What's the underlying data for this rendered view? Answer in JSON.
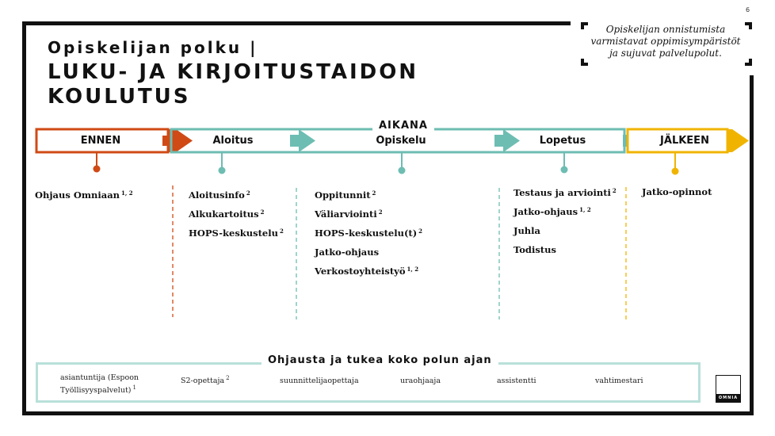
{
  "page_number": "6",
  "quote": {
    "lines": [
      "Opiskelijan onnistumista",
      "varmistavat oppimisympäristöt",
      "ja sujuvat palvelupolut."
    ]
  },
  "title": {
    "line1": "Opiskelijan polku |",
    "line2a": "LUKU- JA KIRJOITUSTAIDON",
    "line2b": "KOULUTUS"
  },
  "colors": {
    "before": "#d04a15",
    "during": "#6dbdb2",
    "after": "#f0b400",
    "frame": "#111111"
  },
  "timeline": {
    "group_label": "AIKANA",
    "phases": [
      {
        "id": "ennen",
        "label": "ENNEN"
      },
      {
        "id": "aloitus",
        "label": "Aloitus"
      },
      {
        "id": "opiskelu",
        "label": "Opiskelu"
      },
      {
        "id": "lopetus",
        "label": "Lopetus"
      },
      {
        "id": "jalkeen",
        "label": "JÄLKEEN"
      }
    ]
  },
  "lists": {
    "ennen": [
      {
        "text": "Ohjaus Omniaan",
        "sup": "1, 2"
      }
    ],
    "aloitus": [
      {
        "text": "Aloitusinfo",
        "sup": "2"
      },
      {
        "text": "Alkukartoitus",
        "sup": "2"
      },
      {
        "text": "HOPS-keskustelu",
        "sup": "2"
      }
    ],
    "opiskelu": [
      {
        "text": "Oppitunnit",
        "sup": "2"
      },
      {
        "text": "Väliarviointi",
        "sup": "2"
      },
      {
        "text": "HOPS-keskustelu(t)",
        "sup": "2"
      },
      {
        "text": "Jatko-ohjaus",
        "sup": ""
      },
      {
        "text": "Verkostoyhteistyö",
        "sup": "1, 2"
      }
    ],
    "lopetus": [
      {
        "text": "Testaus ja arviointi",
        "sup": "2"
      },
      {
        "text": "Jatko-ohjaus",
        "sup": "1, 2"
      },
      {
        "text": "Juhla",
        "sup": ""
      },
      {
        "text": "Todistus",
        "sup": ""
      }
    ],
    "jalkeen": [
      {
        "text": "Jatko-opinnot",
        "sup": ""
      }
    ]
  },
  "support": {
    "title": "Ohjausta ja tukea koko polun ajan",
    "items": [
      {
        "line1": "asiantuntija (Espoon",
        "line2": "Työllisyyspalvelut)",
        "sup": "1"
      },
      {
        "line1": "S2-opettaja",
        "line2": "",
        "sup": "2"
      },
      {
        "line1": "suunnittelijaopettaja",
        "line2": "",
        "sup": ""
      },
      {
        "line1": "uraohjaaja",
        "line2": "",
        "sup": ""
      },
      {
        "line1": "assistentti",
        "line2": "",
        "sup": ""
      },
      {
        "line1": "vahtimestari",
        "line2": "",
        "sup": ""
      }
    ]
  },
  "logo": {
    "text": "OMNIA"
  }
}
